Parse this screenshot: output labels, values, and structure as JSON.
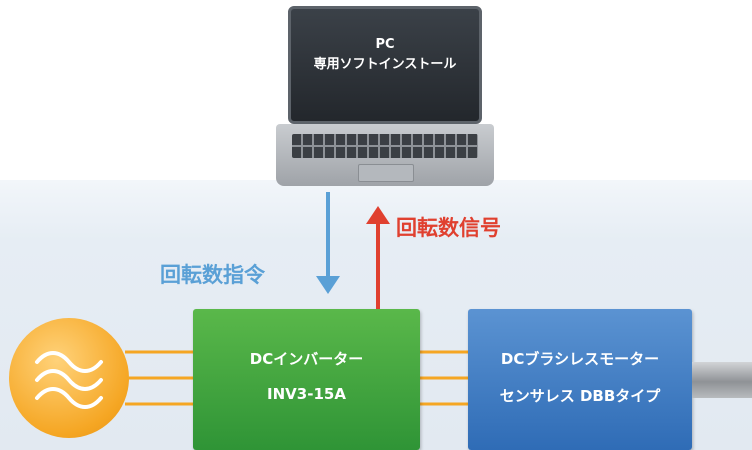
{
  "laptop": {
    "label_line1": "PC",
    "label_line2": "専用ソフトインストール"
  },
  "arrows": {
    "command_label": "回転数指令",
    "signal_label": "回転数信号"
  },
  "inverter": {
    "line1": "DCインバーター",
    "line2": "INV3-15A"
  },
  "motor": {
    "line1": "DCブラシレスモーター",
    "line2": "センサレス DBBタイプ"
  },
  "colors": {
    "command_arrow": "#5aa0d6",
    "signal_arrow": "#e0402f",
    "inverter_box": "#3fa63e",
    "motor_box": "#3f7cc2",
    "wires": "#f5a623",
    "ac_source": "#f5a623"
  },
  "icons": {
    "ac_source": "sine-wave-icon",
    "pc": "laptop-icon"
  }
}
